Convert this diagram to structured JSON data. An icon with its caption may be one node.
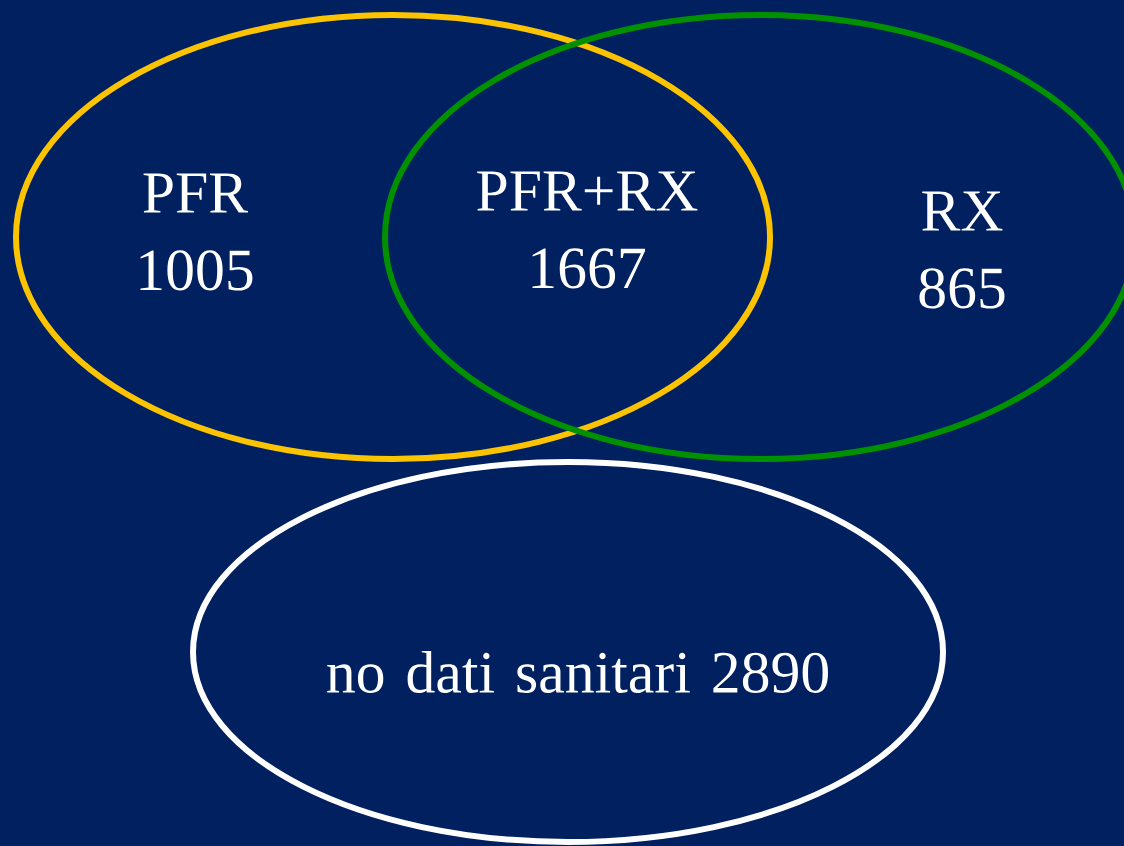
{
  "diagram": {
    "nodes": [
      {
        "text": [
          "PFR 1005"
        ]
      },
      {
        "text": [
          "RX 865"
        ]
      },
      {
        "text": [
          "no dati sanitari 2890"
        ]
      }
    ],
    "labels": [
      "PFR+RX 1667"
    ]
  }
}
